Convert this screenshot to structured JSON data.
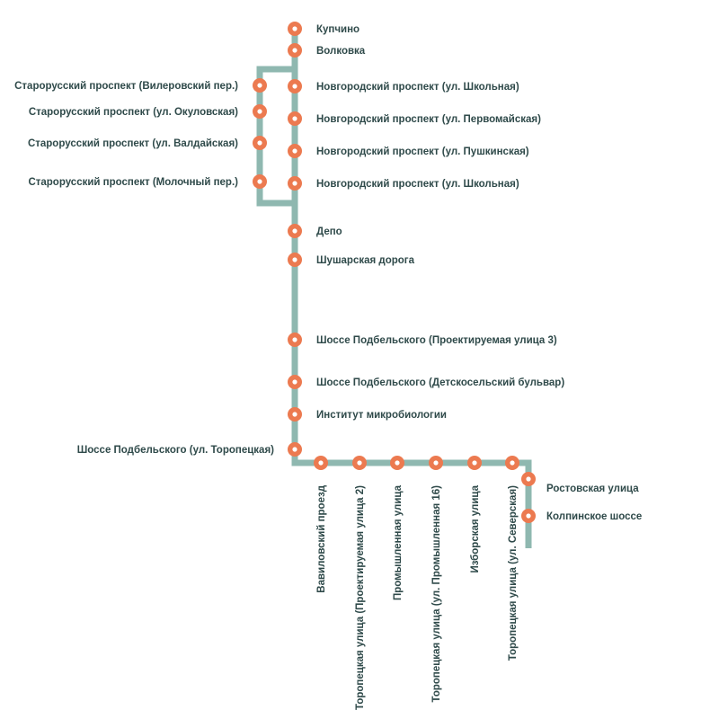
{
  "colors": {
    "line": "#8fb8b0",
    "stop": "#ec7a50",
    "stop_center": "#ffffff",
    "text": "#2f4a4a"
  },
  "stops": [
    {
      "id": "kupchino",
      "name": "Купчино"
    },
    {
      "id": "volkovka",
      "name": "Волковка"
    },
    {
      "id": "novgorodsky-shkolnaya-1",
      "name": "Новгородский проспект (ул. Школьная)"
    },
    {
      "id": "novgorodsky-pervomayskaya",
      "name": "Новгородский проспект (ул. Первомайская)"
    },
    {
      "id": "novgorodsky-pushkinskaya",
      "name": "Новгородский проспект (ул. Пушкинская)"
    },
    {
      "id": "novgorodsky-shkolnaya-2",
      "name": "Новгородский проспект (ул. Школьная)"
    },
    {
      "id": "starorussky-vilerovsky",
      "name": "Старорусский проспект (Вилеровский пер.)"
    },
    {
      "id": "starorussky-okulovskaya",
      "name": "Старорусский проспект (ул. Окуловская)"
    },
    {
      "id": "starorussky-valdayskaya",
      "name": "Старорусский проспект (ул. Валдайская)"
    },
    {
      "id": "starorussky-molochny",
      "name": "Старорусский проспект (Молочный пер.)"
    },
    {
      "id": "depo",
      "name": "Депо"
    },
    {
      "id": "shusharskaya",
      "name": "Шушарская дорога"
    },
    {
      "id": "podbelskogo-proektiruemaya-3",
      "name": "Шоссе Подбельского (Проектируемая улица 3)"
    },
    {
      "id": "podbelskogo-detskoselsky",
      "name": "Шоссе Подбельского (Детскосельский бульвар)"
    },
    {
      "id": "institut-mikrobiologii",
      "name": "Институт микробиологии"
    },
    {
      "id": "podbelskogo-toropetskaya",
      "name": "Шоссе Подбельского (ул. Торопецкая)"
    },
    {
      "id": "vavilovsky",
      "name": "Вавиловский проезд"
    },
    {
      "id": "toropetskaya-proektiruemaya-2",
      "name": "Торопецкая улица (Проектируемая улица 2)"
    },
    {
      "id": "promyshlennaya",
      "name": "Промышленная улица"
    },
    {
      "id": "toropetskaya-promyshlennaya-16",
      "name": "Торопецкая улица (ул. Промышленная 16)"
    },
    {
      "id": "izborskaya",
      "name": "Изборская улица"
    },
    {
      "id": "toropetskaya-severskaya",
      "name": "Торопецкая улица (ул. Северская)"
    },
    {
      "id": "rostovskaya",
      "name": "Ростовская улица"
    },
    {
      "id": "kolpinskoe",
      "name": "Колпинское шоссе"
    }
  ]
}
